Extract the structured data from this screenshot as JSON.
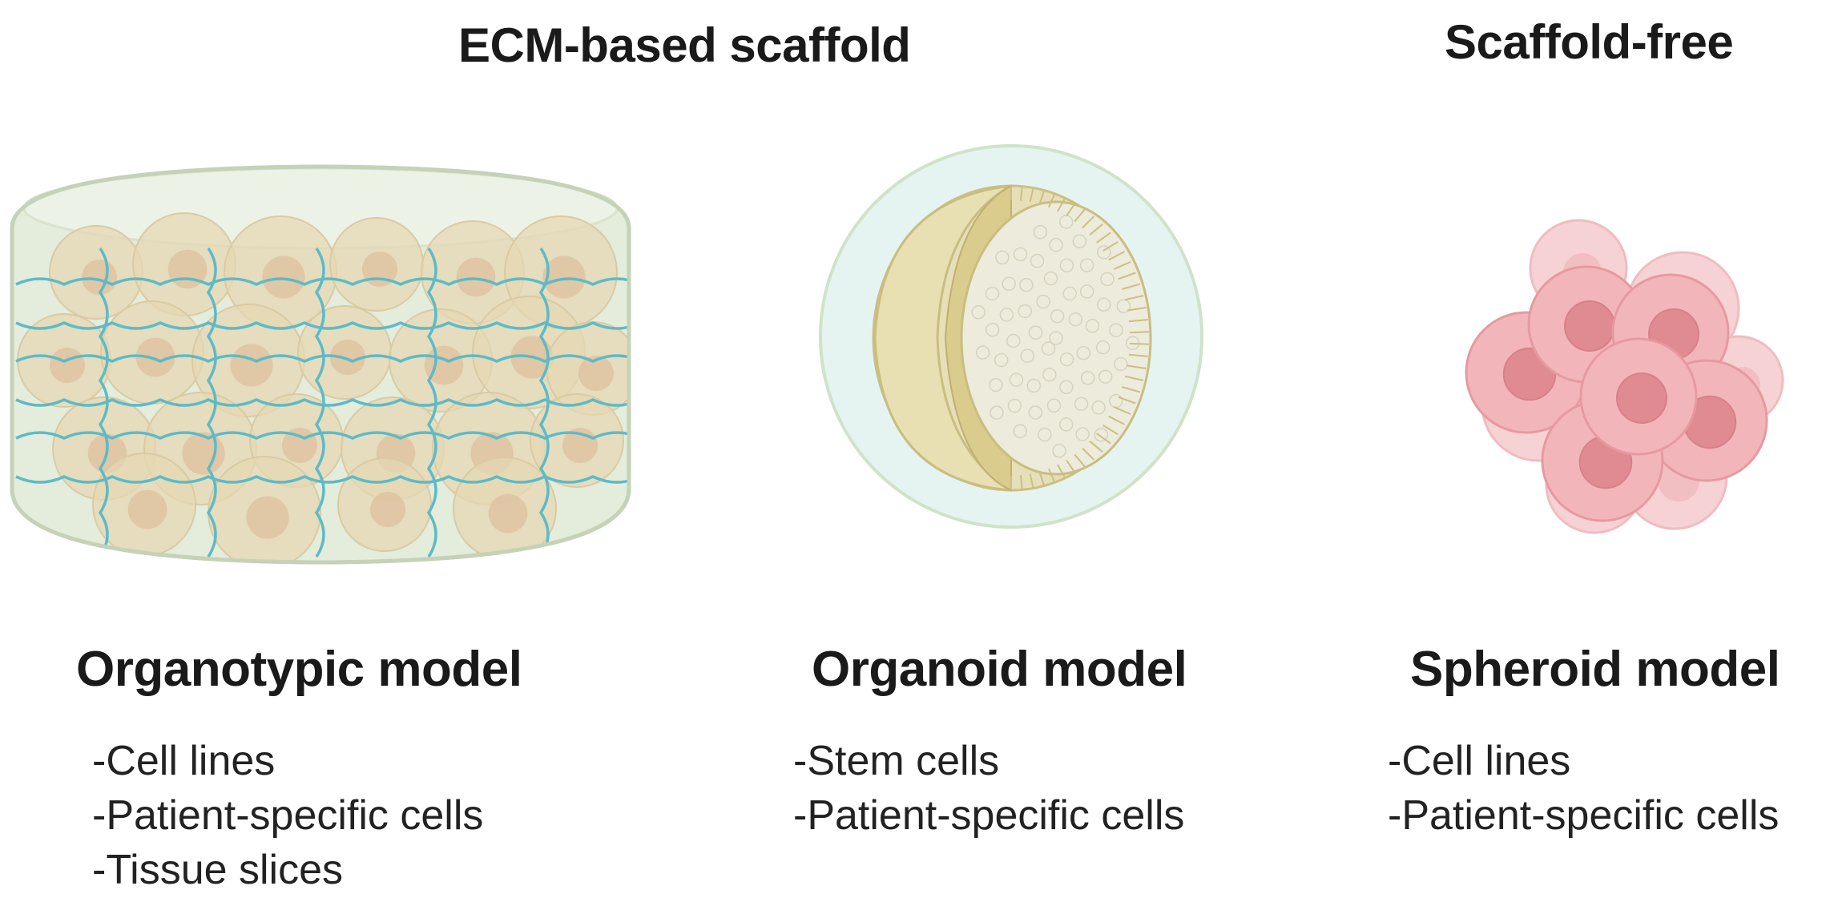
{
  "headers": {
    "ecm": "ECM-based scaffold",
    "free": "Scaffold-free"
  },
  "models": [
    {
      "title": "Organotypic model",
      "items": [
        "-Cell lines",
        "-Patient-specific cells",
        "-Tissue slices"
      ]
    },
    {
      "title": "Organoid model",
      "items": [
        "-Stem cells",
        "-Patient-specific cells"
      ]
    },
    {
      "title": "Spheroid model",
      "items": [
        "-Cell lines",
        "-Patient-specific cells"
      ]
    }
  ],
  "colors": {
    "gel": "#dfe8d6",
    "cell_beige": "#e3cfa4",
    "fiber": "#2fa7bd",
    "organoid_halo": "#e3f3ef",
    "organoid_shell": "#dcd2a0",
    "spheroid_pink": "#f2b6ba",
    "spheroid_nucleus": "#e08a92"
  }
}
